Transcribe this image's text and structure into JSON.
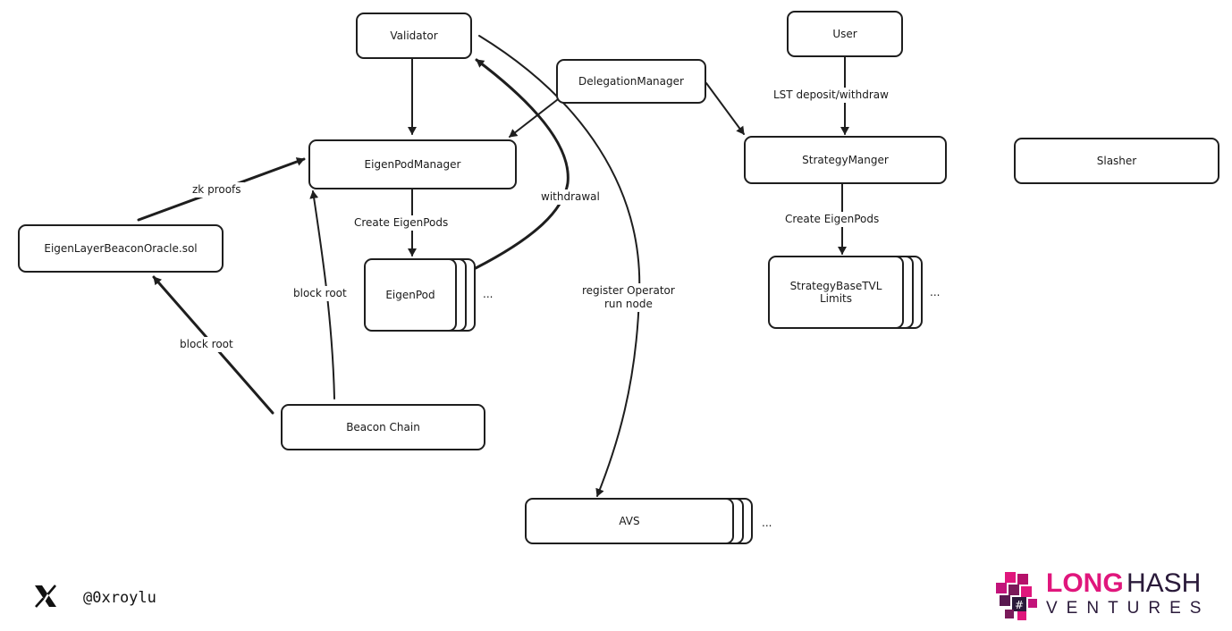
{
  "nodes": {
    "validator": "Validator",
    "user": "User",
    "delegation_manager": "DelegationManager",
    "eigenpod_manager": "EigenPodManager",
    "strategy_manager": "StrategyManger",
    "slasher": "Slasher",
    "beacon_oracle": "EigenLayerBeaconOracle.sol",
    "eigenpod": "EigenPod",
    "strategy_base": "StrategyBaseTVL Limits",
    "beacon_chain": "Beacon Chain",
    "avs": "AVS"
  },
  "edge_labels": {
    "lst": "LST deposit/withdraw",
    "zk": "zk proofs",
    "create_pods_left": "Create EigenPods",
    "create_pods_right": "Create EigenPods",
    "withdrawal": "withdrawal",
    "block_root_mid": "block root",
    "block_root_left": "block root",
    "register_line1": "register Operator",
    "register_line2": "run node"
  },
  "ellipsis": {
    "eigenpod": "...",
    "strategy": "...",
    "avs": "..."
  },
  "footer": {
    "icon": "x-logo-icon",
    "handle": "@0xroylu"
  },
  "logo": {
    "long": "LONG",
    "hash": "HASH",
    "ventures": "VENTURES",
    "accent": "#e0167c",
    "dark": "#2a1a3a"
  }
}
